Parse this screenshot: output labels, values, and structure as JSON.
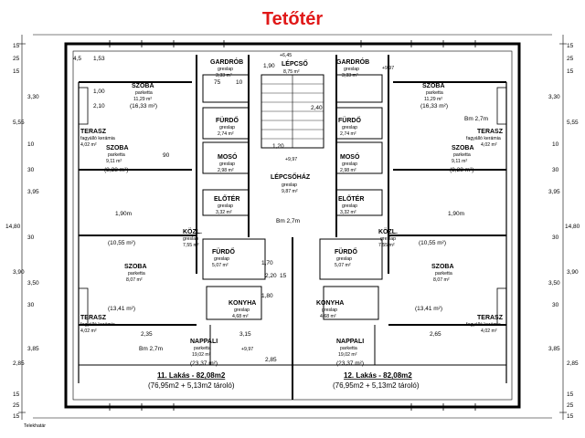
{
  "title": "Tetőtér",
  "footer_left": "Telekhatár",
  "bm": "Bm 2,7m",
  "stair": {
    "label": "LÉPCSŐ",
    "area": "8,75 m²"
  },
  "stairhall": {
    "label": "LÉPCSŐHÁZ",
    "floor": "greslap",
    "area": "9,87 m²"
  },
  "levels": {
    "top": "+6,45",
    "mid": "+9,97"
  },
  "left_unit": {
    "title": "11. Lakás - 82,08m2",
    "subtitle": "(76,95m2 + 5,13m2 tároló)",
    "rooms": [
      {
        "name": "GARDRÓB",
        "floor": "greslap",
        "area": "3,33 m²"
      },
      {
        "name": "SZOBA",
        "floor": "parketta",
        "area": "11,29 m²",
        "extra": "(16,33 m²)"
      },
      {
        "name": "TERASZ",
        "floor": "fagyálló kerámia",
        "area": "4,02 m²"
      },
      {
        "name": "FÜRDŐ",
        "floor": "greslap",
        "area": "2,74 m²"
      },
      {
        "name": "SZOBA",
        "floor": "parketta",
        "area": "9,11 m²",
        "extra": "(8,28 m²)"
      },
      {
        "name": "MOSÓ",
        "floor": "greslap",
        "area": "2,98 m²"
      },
      {
        "name": "ELŐTÉR",
        "floor": "greslap",
        "area": "3,32 m²"
      },
      {
        "name": "KÖZL.",
        "floor": "greslap",
        "area": "7,55 m²"
      },
      {
        "name": "FÜRDŐ",
        "floor": "greslap",
        "area": "5,07 m²"
      },
      {
        "name": "SZOBA",
        "floor": "parketta",
        "area": "8,07 m²"
      },
      {
        "name": "KONYHA",
        "floor": "greslap",
        "area": "4,68 m²"
      },
      {
        "name": "TERASZ",
        "floor": "fagyálló kerámia",
        "area": "4,02 m²"
      },
      {
        "name": "NAPPALI",
        "floor": "parketta",
        "area": "19,02 m²",
        "extra": "(23,37 m²)"
      }
    ],
    "extras": [
      "(10,55 m²)",
      "(13,41 m²)"
    ]
  },
  "right_unit": {
    "title": "12. Lakás - 82,08m2",
    "subtitle": "(76,95m2 + 5,13m2 tároló)",
    "rooms": [
      {
        "name": "GARDRÓB",
        "floor": "greslap",
        "area": "3,33 m²"
      },
      {
        "name": "SZOBA",
        "floor": "parketta",
        "area": "11,29 m²",
        "extra": "(16,33 m²)"
      },
      {
        "name": "TERASZ",
        "floor": "fagyálló kerámia",
        "area": "4,02 m²"
      },
      {
        "name": "FÜRDŐ",
        "floor": "greslap",
        "area": "2,74 m²"
      },
      {
        "name": "SZOBA",
        "floor": "parketta",
        "area": "9,11 m²",
        "extra": "(8,28 m²)"
      },
      {
        "name": "MOSÓ",
        "floor": "greslap",
        "area": "2,98 m²"
      },
      {
        "name": "ELŐTÉR",
        "floor": "greslap",
        "area": "3,32 m²"
      },
      {
        "name": "KÖZL.",
        "floor": "greslap",
        "area": "7,55 m²"
      },
      {
        "name": "FÜRDŐ",
        "floor": "greslap",
        "area": "5,07 m²"
      },
      {
        "name": "SZOBA",
        "floor": "parketta",
        "area": "8,07 m²"
      },
      {
        "name": "KONYHA",
        "floor": "greslap",
        "area": "4,68 m²"
      },
      {
        "name": "TERASZ",
        "floor": "fagyálló kerámia",
        "area": "4,02 m²"
      },
      {
        "name": "NAPPALI",
        "floor": "parketta",
        "area": "19,02 m²",
        "extra": "(23,37 m²)"
      }
    ],
    "extras": [
      "(10,55 m²)",
      "(13,41 m²)"
    ]
  },
  "dims": {
    "left_vertical": [
      "15",
      "25",
      "15",
      "3,30",
      "5,55",
      "10",
      "30",
      "3,95",
      "14,80",
      "30",
      "3,50",
      "3,90",
      "30",
      "3,85",
      "2,85",
      "15",
      "25",
      "15"
    ],
    "right_vertical": [
      "15",
      "25",
      "15",
      "3,30",
      "5,55",
      "10",
      "30",
      "3,95",
      "14,80",
      "30",
      "3,50",
      "3,90",
      "30",
      "3,85",
      "2,85",
      "15",
      "25",
      "15"
    ],
    "window": "1,90m",
    "labels": [
      "1,53",
      "4,5",
      "75",
      "10",
      "1,00",
      "2,10",
      "90",
      "1,20",
      "2,20",
      "2,35",
      "2,65",
      "3,15",
      "1,90",
      "2,40",
      "2,85",
      "15",
      "1,80",
      "1,70"
    ]
  }
}
